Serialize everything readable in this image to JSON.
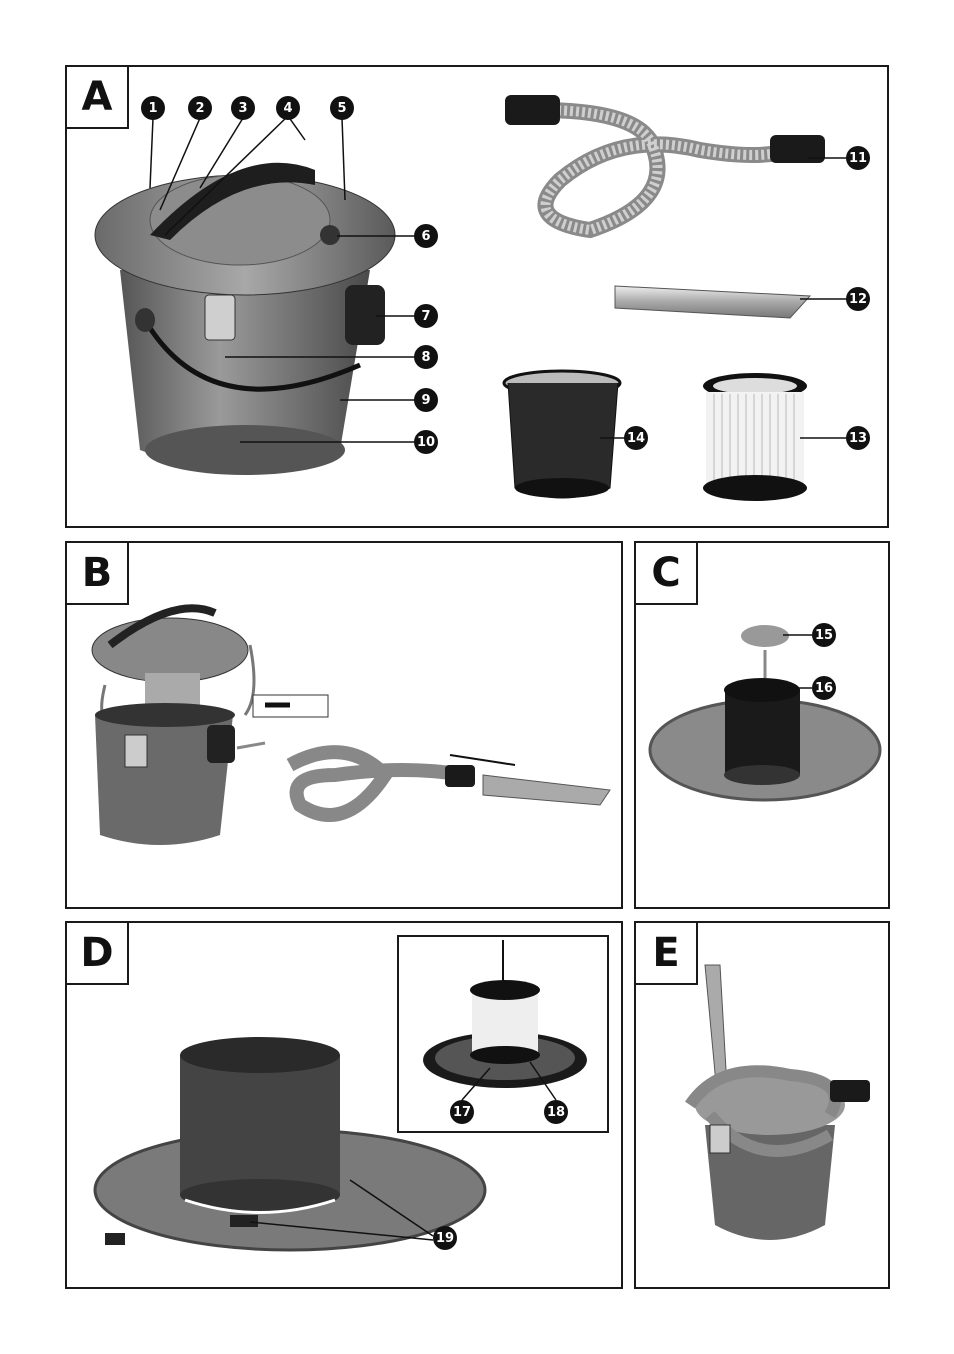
{
  "sections": {
    "a": {
      "label": "A"
    },
    "b": {
      "label": "B"
    },
    "c": {
      "label": "C"
    },
    "d": {
      "label": "D"
    },
    "e": {
      "label": "E"
    }
  },
  "callouts": {
    "c1": "1",
    "c2": "2",
    "c3": "3",
    "c4": "4",
    "c5": "5",
    "c6": "6",
    "c7": "7",
    "c8": "8",
    "c9": "9",
    "c10": "10",
    "c11": "11",
    "c12": "12",
    "c13": "13",
    "c14": "14",
    "c15": "15",
    "c16": "16",
    "c17": "17",
    "c18": "18",
    "c19": "19"
  }
}
